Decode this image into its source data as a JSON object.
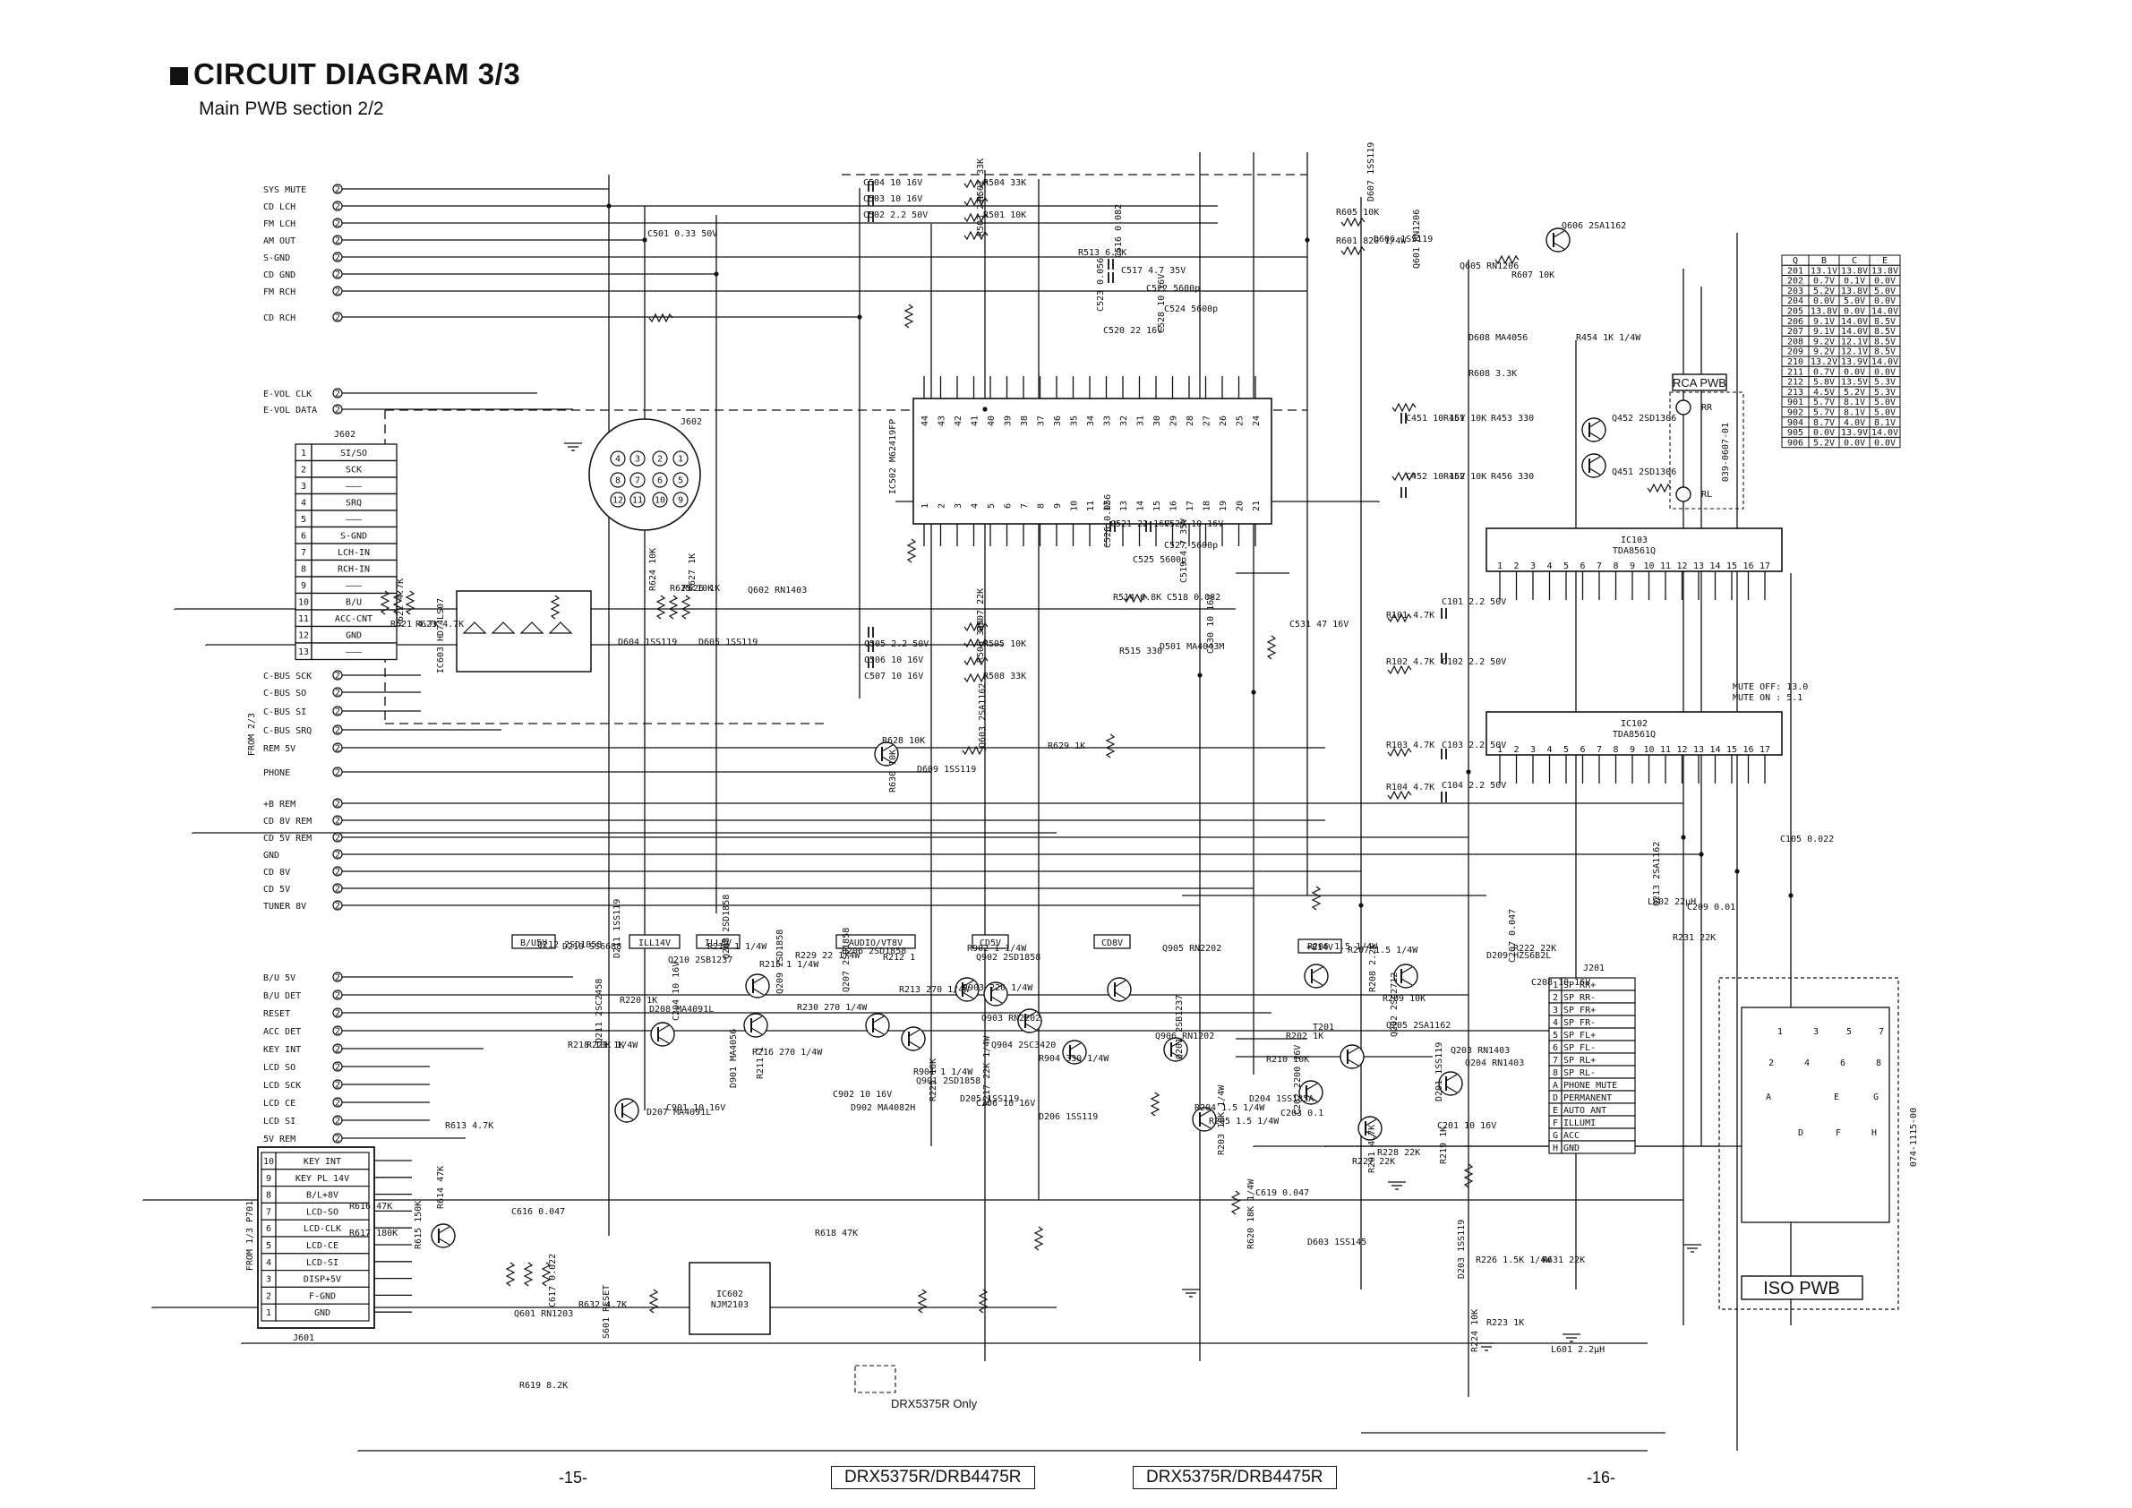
{
  "header": {
    "title": "CIRCUIT DIAGRAM 3/3",
    "subtitle": "Main PWB section 2/2"
  },
  "left_labels": [
    "SYS MUTE",
    "CD LCH",
    "FM LCH",
    "AM OUT",
    "S-GND",
    "CD GND",
    "FM RCH",
    "CD RCH",
    "E-VOL CLK",
    "E-VOL DATA",
    "C-BUS SCK",
    "C-BUS SO",
    "C-BUS SI",
    "C-BUS SRQ",
    "REM 5V",
    "PHONE",
    "+B REM",
    "CD 8V REM",
    "CD 5V REM",
    "GND",
    "CD 8V",
    "CD 5V",
    "TUNER 8V",
    "B/U 5V",
    "B/U DET",
    "RESET",
    "ACC DET",
    "KEY INT",
    "LCD SO",
    "LCD SCK",
    "LCD CE",
    "LCD SI",
    "5V REM"
  ],
  "side_labels": {
    "from_2_3": "FROM 2/3",
    "from_1_3": "FROM 1/3 P701"
  },
  "j602": {
    "title": "J602",
    "pins": [
      {
        "n": "1",
        "s": "SI/SO"
      },
      {
        "n": "2",
        "s": "SCK"
      },
      {
        "n": "3",
        "s": "———"
      },
      {
        "n": "4",
        "s": "SRQ"
      },
      {
        "n": "5",
        "s": "———"
      },
      {
        "n": "6",
        "s": "S-GND"
      },
      {
        "n": "7",
        "s": "LCH-IN"
      },
      {
        "n": "8",
        "s": "RCH-IN"
      },
      {
        "n": "9",
        "s": "———"
      },
      {
        "n": "10",
        "s": "B/U"
      },
      {
        "n": "11",
        "s": "ACC-CNT"
      },
      {
        "n": "12",
        "s": "GND"
      },
      {
        "n": "13",
        "s": "———"
      }
    ]
  },
  "j601": {
    "title": "J601",
    "pins": [
      {
        "n": "10",
        "s": "KEY INT"
      },
      {
        "n": "9",
        "s": "KEY PL 14V"
      },
      {
        "n": "8",
        "s": "B/L+8V"
      },
      {
        "n": "7",
        "s": "LCD-SO"
      },
      {
        "n": "6",
        "s": "LCD-CLK"
      },
      {
        "n": "5",
        "s": "LCD-CE"
      },
      {
        "n": "4",
        "s": "LCD-SI"
      },
      {
        "n": "3",
        "s": "DISP+5V"
      },
      {
        "n": "2",
        "s": "F-GND"
      },
      {
        "n": "1",
        "s": "GND"
      }
    ]
  },
  "j201": {
    "title": "J201",
    "pins": [
      {
        "n": "1",
        "s": "SP RR+"
      },
      {
        "n": "2",
        "s": "SP RR-"
      },
      {
        "n": "3",
        "s": "SP FR+"
      },
      {
        "n": "4",
        "s": "SP FR-"
      },
      {
        "n": "5",
        "s": "SP FL+"
      },
      {
        "n": "6",
        "s": "SP FL-"
      },
      {
        "n": "7",
        "s": "SP RL+"
      },
      {
        "n": "8",
        "s": "SP RL-"
      },
      {
        "n": "A",
        "s": "PHONE MUTE"
      },
      {
        "n": "D",
        "s": "PERMANENT"
      },
      {
        "n": "E",
        "s": "AUTO ANT"
      },
      {
        "n": "F",
        "s": "ILLUMI"
      },
      {
        "n": "G",
        "s": "ACC"
      },
      {
        "n": "H",
        "s": "GND"
      }
    ]
  },
  "voltage_table": {
    "headers": [
      "Q",
      "B",
      "C",
      "E"
    ],
    "rows": [
      [
        "201",
        "13.1V",
        "13.8V",
        "13.8V"
      ],
      [
        "202",
        "0.7V",
        "0.1V",
        "0.0V"
      ],
      [
        "203",
        "5.2V",
        "13.8V",
        "5.0V"
      ],
      [
        "204",
        "0.0V",
        "5.0V",
        "0.0V"
      ],
      [
        "205",
        "13.8V",
        "0.0V",
        "14.0V"
      ],
      [
        "206",
        "9.1V",
        "14.0V",
        "8.5V"
      ],
      [
        "207",
        "9.1V",
        "14.0V",
        "8.5V"
      ],
      [
        "208",
        "9.2V",
        "12.1V",
        "8.5V"
      ],
      [
        "209",
        "9.2V",
        "12.1V",
        "8.5V"
      ],
      [
        "210",
        "13.2V",
        "13.9V",
        "14.0V"
      ],
      [
        "211",
        "0.7V",
        "0.0V",
        "0.0V"
      ],
      [
        "212",
        "5.8V",
        "13.5V",
        "5.3V"
      ],
      [
        "213",
        "4.5V",
        "5.2V",
        "5.3V"
      ],
      [
        "901",
        "5.7V",
        "8.1V",
        "5.0V"
      ],
      [
        "902",
        "5.7V",
        "8.1V",
        "5.0V"
      ],
      [
        "904",
        "8.7V",
        "4.0V",
        "8.1V"
      ],
      [
        "905",
        "0.0V",
        "13.9V",
        "14.0V"
      ],
      [
        "906",
        "5.2V",
        "0.0V",
        "0.0V"
      ]
    ]
  },
  "ics": {
    "ic502": "IC502 M62419FP",
    "ic103": "IC103 TDA8561Q",
    "ic102": "IC102 TDA8561Q",
    "ic603": "IC603 HD74LS07",
    "ic602": "IC602 NJM2103"
  },
  "pwb_labels": {
    "rca": "RCA PWB",
    "iso": "ISO PWB",
    "rca_part": "039-0607-01",
    "iso_part": "074-1115-00"
  },
  "supply_labels": [
    "B/U5V",
    "ILL14V",
    "ILL8V",
    "AUDIO/VT8V",
    "CD5V",
    "CD8V",
    "+B14V"
  ],
  "mute_note": "MUTE OFF: 13.0 / MUTE ON : 5.1",
  "parts": [
    {
      "t": "C504 10 16V"
    },
    {
      "t": "R504 33K"
    },
    {
      "t": "C503 10 16V"
    },
    {
      "t": "R502 33K"
    },
    {
      "t": "C502 2.2 50V"
    },
    {
      "t": "R501 10K"
    },
    {
      "t": "R503 22K"
    },
    {
      "t": "C501 0.33 50V"
    },
    {
      "t": "R513 6.8K"
    },
    {
      "t": "C516 0.082"
    },
    {
      "t": "C517 4.7 35V"
    },
    {
      "t": "C522 5600p"
    },
    {
      "t": "C523 0.056"
    },
    {
      "t": "C524 5600p"
    },
    {
      "t": "C520 22 16V"
    },
    {
      "t": "C528 10 16V"
    },
    {
      "t": "C521 22 16V"
    },
    {
      "t": "C529 10 16V"
    },
    {
      "t": "C526 0.056"
    },
    {
      "t": "C527 5600p"
    },
    {
      "t": "C525 5600p"
    },
    {
      "t": "C519 4.7 35V"
    },
    {
      "t": "R514 6.8K"
    },
    {
      "t": "C518 0.082"
    },
    {
      "t": "C507 10 16V"
    },
    {
      "t": "R508 33K"
    },
    {
      "t": "C506 10 16V"
    },
    {
      "t": "R506 33K"
    },
    {
      "t": "C505 2.2 50V"
    },
    {
      "t": "R505 10K"
    },
    {
      "t": "R507 22K"
    },
    {
      "t": "R515 330"
    },
    {
      "t": "D501 MA4043M"
    },
    {
      "t": "C530 10 16V"
    },
    {
      "t": "C531 47 16V"
    },
    {
      "t": "R605 10K"
    },
    {
      "t": "D607 1SS119"
    },
    {
      "t": "R601 820 1/4W"
    },
    {
      "t": "D606 1SS119"
    },
    {
      "t": "Q601 RN1206"
    },
    {
      "t": "Q605 RN1206"
    },
    {
      "t": "D608 MA4056"
    },
    {
      "t": "R608 3.3K"
    },
    {
      "t": "R607 10K"
    },
    {
      "t": "Q606 2SA1162"
    },
    {
      "t": "R454 1K 1/4W"
    },
    {
      "t": "C451 10 16V"
    },
    {
      "t": "R451 10K"
    },
    {
      "t": "R453 330"
    },
    {
      "t": "C452 10 16V"
    },
    {
      "t": "R452 10K"
    },
    {
      "t": "R456 330"
    },
    {
      "t": "Q452 2SD1306"
    },
    {
      "t": "Q451 2SD1306"
    },
    {
      "t": "R101 4.7K"
    },
    {
      "t": "C101 2.2 50V"
    },
    {
      "t": "R102 4.7K"
    },
    {
      "t": "C102 2.2 50V"
    },
    {
      "t": "R103 4.7K"
    },
    {
      "t": "C103 2.2 50V"
    },
    {
      "t": "R104 4.7K"
    },
    {
      "t": "C104 2.2 50V"
    },
    {
      "t": "C105 0.022"
    },
    {
      "t": "R231 22K"
    },
    {
      "t": "Q602 RN1403"
    },
    {
      "t": "D604 1SS119"
    },
    {
      "t": "R624 10K"
    },
    {
      "t": "R625 10K"
    },
    {
      "t": "R626 1K"
    },
    {
      "t": "R627 1K"
    },
    {
      "t": "D605 1SS119"
    },
    {
      "t": "R621 4.7K"
    },
    {
      "t": "R622 4.7K"
    },
    {
      "t": "R623 4.7K"
    },
    {
      "t": "R628 10K"
    },
    {
      "t": "Q603 2SA1162"
    },
    {
      "t": "R629 1K"
    },
    {
      "t": "D609 1SS119"
    },
    {
      "t": "R630 10K"
    },
    {
      "t": "Q212 2SD1858"
    },
    {
      "t": "D210 SS6688"
    },
    {
      "t": "D211 1SS119"
    },
    {
      "t": "Q210 2SB1237"
    },
    {
      "t": "R214 1 1/4W"
    },
    {
      "t": "Q208 2SD1858"
    },
    {
      "t": "R215 1 1/4W"
    },
    {
      "t": "R229 22 1/4W"
    },
    {
      "t": "Q209 2SD1858"
    },
    {
      "t": "R230 270 1/4W"
    },
    {
      "t": "R216 270 1/4W"
    },
    {
      "t": "R211 1"
    },
    {
      "t": "Q206 2SD1858"
    },
    {
      "t": "R212 1"
    },
    {
      "t": "Q207 2SD1858"
    },
    {
      "t": "R213 270 1/4W"
    },
    {
      "t": "R901 1 1/4W"
    },
    {
      "t": "Q901 2SD1858"
    },
    {
      "t": "R902 1 1/4W"
    },
    {
      "t": "Q902 2SD1858"
    },
    {
      "t": "R903 220 1/4W"
    },
    {
      "t": "Q903 RN2202"
    },
    {
      "t": "Q904 2SC3420"
    },
    {
      "t": "R904 330 1/4W"
    },
    {
      "t": "Q905 RN2202"
    },
    {
      "t": "Q906 RN1202"
    },
    {
      "t": "Q201 2SB1237"
    },
    {
      "t": "R204 1.5 1/4W"
    },
    {
      "t": "R205 1.5 1/4W"
    },
    {
      "t": "R203 10K 1/4W"
    },
    {
      "t": "R206 1.5 1/4W"
    },
    {
      "t": "R207 1.5 1/4W"
    },
    {
      "t": "R208 2.2K"
    },
    {
      "t": "R209 10K"
    },
    {
      "t": "Q205 2SA1162"
    },
    {
      "t": "Q202 2SC2712"
    },
    {
      "t": "Q203 RN1403"
    },
    {
      "t": "Q204 RN1403"
    },
    {
      "t": "D201 1SS119"
    },
    {
      "t": "R227 22K"
    },
    {
      "t": "R228 22K"
    },
    {
      "t": "R201 4.7K"
    },
    {
      "t": "R202 1K"
    },
    {
      "t": "R210 10K"
    },
    {
      "t": "C202 2200 16V"
    },
    {
      "t": "C203 0.1"
    },
    {
      "t": "D204 1SS185A"
    },
    {
      "t": "T201"
    },
    {
      "t": "C201 10 16V"
    },
    {
      "t": "D209 HZS6B2L"
    },
    {
      "t": "C207 0.047"
    },
    {
      "t": "C208 10 16V"
    },
    {
      "t": "R222 22K"
    },
    {
      "t": "R219 1K"
    },
    {
      "t": "R218 10K 1/4W"
    },
    {
      "t": "R221 1K"
    },
    {
      "t": "Q211 2SC2458"
    },
    {
      "t": "R220 1K"
    },
    {
      "t": "D208 MA4091L"
    },
    {
      "t": "C204 10 16V"
    },
    {
      "t": "D207 MA4091L"
    },
    {
      "t": "C901 10 16V"
    },
    {
      "t": "D901 MA4056"
    },
    {
      "t": "C902 10 16V"
    },
    {
      "t": "D902 MA4082H"
    },
    {
      "t": "R225 10K"
    },
    {
      "t": "D205 1SS119"
    },
    {
      "t": "C206 10 16V"
    },
    {
      "t": "R217 22K 1/4W"
    },
    {
      "t": "D206 1SS119"
    },
    {
      "t": "C619 0.047"
    },
    {
      "t": "R620 18K 1/4W"
    },
    {
      "t": "D603 1SS145"
    },
    {
      "t": "R226 1.5K 1/4W"
    },
    {
      "t": "D203 1SS119"
    },
    {
      "t": "R631 22K"
    },
    {
      "t": "R223 1K"
    },
    {
      "t": "R224 10K"
    },
    {
      "t": "L601 2.2µH"
    },
    {
      "t": "L602 22µH"
    },
    {
      "t": "Q213 2SA1162"
    },
    {
      "t": "C209 0.01"
    },
    {
      "t": "R613 4.7K"
    },
    {
      "t": "R614 47K"
    },
    {
      "t": "R616 47K"
    },
    {
      "t": "R617 180K"
    },
    {
      "t": "R615 150K"
    },
    {
      "t": "C616 0.047"
    },
    {
      "t": "Q601 RN1203"
    },
    {
      "t": "C617 0.022"
    },
    {
      "t": "R632 4.7K"
    },
    {
      "t": "R618 47K"
    },
    {
      "t": "S601 RESET"
    },
    {
      "t": "R619 8.2K"
    }
  ],
  "legend_note": "DRX5375R Only",
  "footer": {
    "page_left": "-15-",
    "model_left": "DRX5375R/DRB4475R",
    "model_right": "DRX5375R/DRB4475R",
    "page_right": "-16-"
  }
}
